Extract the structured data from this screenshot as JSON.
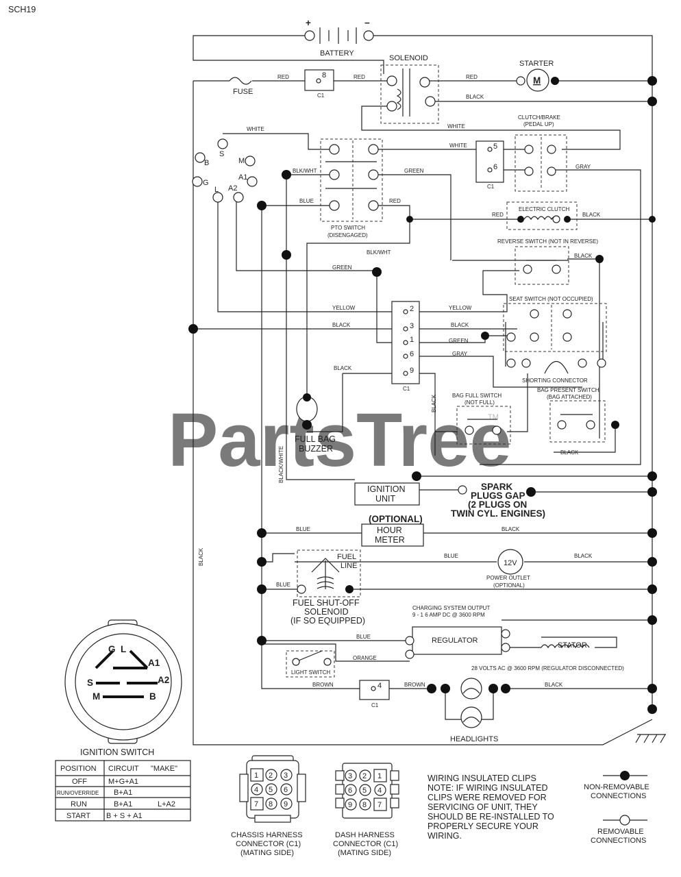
{
  "page": {
    "code": "SCH19",
    "watermark": "PartsTree",
    "tm": "TM"
  },
  "components": {
    "battery": "BATTERY",
    "battery_plus": "+",
    "battery_minus": "−",
    "solenoid": "SOLENOID",
    "starter": "STARTER",
    "starter_m": "M",
    "fuse": "FUSE",
    "clutch_brake": [
      "CLUTCH/BRAKE",
      "(PEDAL UP)"
    ],
    "pto_switch": [
      "PTO SWITCH",
      "(DISENGAGED)"
    ],
    "electric_clutch": "ELECTRIC CLUTCH",
    "reverse_switch": "REVERSE SWITCH (NOT IN REVERSE)",
    "seat_switch": "SEAT SWITCH (NOT OCCUPIED)",
    "shorting_connector": "SHORTING CONNECTOR",
    "bag_full_switch": [
      "BAG FULL SWITCH",
      "(NOT FULL)"
    ],
    "bag_present_switch": [
      "BAG PRESENT SWITCH",
      "(BAG ATTACHED)"
    ],
    "full_bag_buzzer": [
      "FULL BAG",
      "BUZZER"
    ],
    "ignition_unit": [
      "IGNITION",
      "UNIT"
    ],
    "spark_plugs": [
      "SPARK",
      "PLUGS GAP",
      "(2 PLUGS ON",
      "TWIN CYL. ENGINES)"
    ],
    "optional": "(OPTIONAL)",
    "hour_meter": [
      "HOUR",
      "METER"
    ],
    "fuel_line": [
      "FUEL",
      "LINE"
    ],
    "power_outlet": [
      "POWER OUTLET",
      "(OPTIONAL)"
    ],
    "outlet_12v": "12V",
    "fuel_shutoff": [
      "FUEL SHUT-OFF",
      "SOLENOID",
      "(IF SO EQUIPPED)"
    ],
    "charging_output": [
      "CHARGING SYSTEM OUTPUT",
      "9 - 1 6 AMP DC @ 3600 RPM"
    ],
    "regulator": "REGULATOR",
    "stator": "STATOR",
    "stator_volts": "28 VOLTS AC @ 3600 RPM (REGULATOR DISCONNECTED)",
    "light_switch": "LIGHT SWITCH",
    "headlights": "HEADLIGHTS",
    "c1": "C1",
    "ignition_terminals": [
      "S",
      "B",
      "M",
      "G",
      "A1",
      "L",
      "A2"
    ],
    "connector_pins": [
      "8",
      "5",
      "6",
      "2",
      "3",
      "1",
      "6",
      "9",
      "4"
    ]
  },
  "wires": {
    "red": "RED",
    "black": "BLACK",
    "white": "WHITE",
    "green": "GREEN",
    "gray": "GRAY",
    "blue": "BLUE",
    "yellow": "YELLOW",
    "blkwht": "BLK/WHT",
    "black_white": "BLACK/WHITE",
    "orange": "ORANGE",
    "brown": "BROWN"
  },
  "ignition_switch": {
    "title": "IGNITION SWITCH",
    "labels": [
      "G",
      "L",
      "A1",
      "A2",
      "S",
      "M",
      "B"
    ],
    "headers": [
      "POSITION",
      "CIRCUIT",
      "\"MAKE\""
    ],
    "rows": [
      [
        "OFF",
        "M+G+A1",
        ""
      ],
      [
        "RUN/OVERRIDE",
        "B+A1",
        ""
      ],
      [
        "RUN",
        "B+A1",
        "L+A2"
      ],
      [
        "START",
        "B + S + A1",
        ""
      ]
    ]
  },
  "connectors": {
    "chassis": [
      "CHASSIS HARNESS",
      "CONNECTOR (C1)",
      "(MATING SIDE)"
    ],
    "chassis_pins": [
      "1",
      "2",
      "3",
      "4",
      "5",
      "6",
      "7",
      "8",
      "9"
    ],
    "dash": [
      "DASH HARNESS",
      "CONNECTOR (C1)",
      "(MATING SIDE)"
    ],
    "dash_pins": [
      "3",
      "2",
      "1",
      "6",
      "5",
      "4",
      "9",
      "8",
      "7"
    ]
  },
  "notes": {
    "clips": [
      "WIRING INSULATED CLIPS",
      "NOTE: IF WIRING INSULATED",
      "CLIPS WERE REMOVED FOR",
      "SERVICING OF UNIT, THEY",
      "SHOULD BE RE-INSTALLED TO",
      "PROPERLY SECURE YOUR",
      "WIRING."
    ],
    "non_removable": [
      "NON-REMOVABLE",
      "CONNECTIONS"
    ],
    "removable": [
      "REMOVABLE",
      "CONNECTIONS"
    ]
  }
}
